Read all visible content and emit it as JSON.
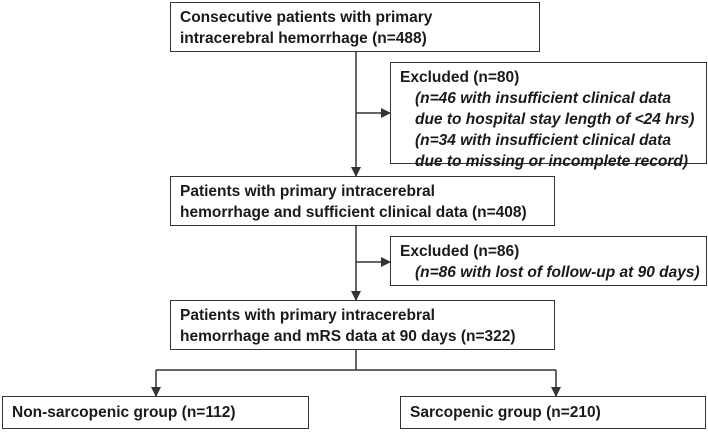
{
  "boxes": {
    "initial": {
      "lines": [
        "Consecutive patients with primary",
        "intracerebral hemorrhage (n=488)"
      ]
    },
    "excluded_first": {
      "heading": "Excluded (n=80)",
      "details": [
        "(n=46 with insufficient clinical data",
        "due to hospital stay length of <24 hrs)",
        "(n=34 with insufficient clinical data",
        "due to missing or incomplete record)"
      ]
    },
    "sufficient_data": {
      "lines": [
        "Patients with primary intracerebral",
        "hemorrhage and sufficient clinical data (n=408)"
      ]
    },
    "excluded_second": {
      "heading": "Excluded (n=86)",
      "details": [
        "(n=86 with lost of follow-up at 90 days)"
      ]
    },
    "mrs_data": {
      "lines": [
        "Patients with primary intracerebral",
        "hemorrhage and mRS data at 90 days (n=322)"
      ]
    },
    "non_sarcopenic": {
      "label": "Non-sarcopenic group (n=112)"
    },
    "sarcopenic": {
      "label": "Sarcopenic group (n=210)"
    }
  },
  "colors": {
    "line": "#333333",
    "border": "#333333",
    "text": "#1a1a1a"
  }
}
